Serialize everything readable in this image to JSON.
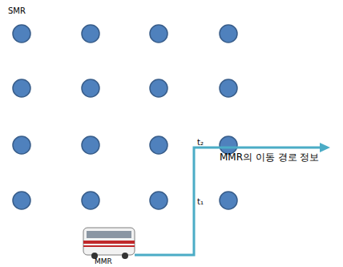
{
  "diagram": {
    "labels": [
      "SMR",
      "t₂",
      "MMR의 이동 경로 정보",
      "t₁",
      "MMR"
    ]
  }
}
